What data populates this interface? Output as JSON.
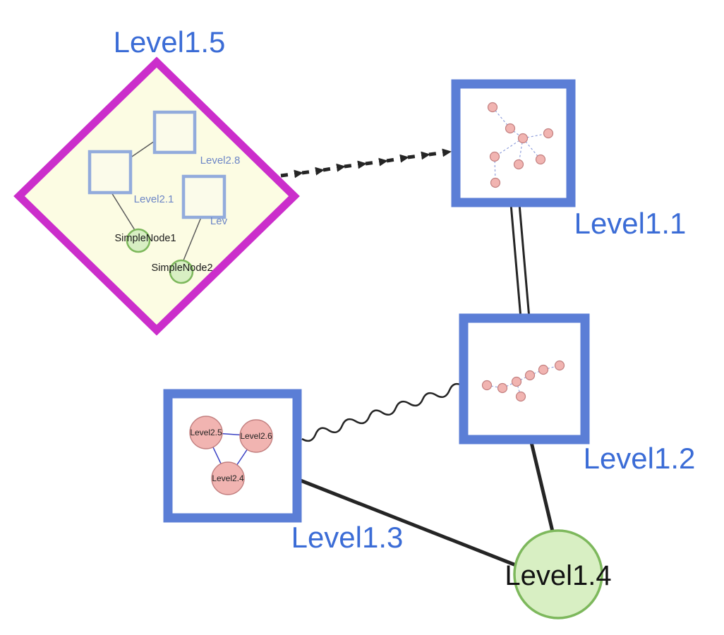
{
  "colors": {
    "diamond-border": "#cb2ecb",
    "diamond-fill": "#fcfce3",
    "group-border": "#5b7ed6",
    "group-fill": "#ffffff",
    "inner-square-border": "#92abdc",
    "inner-square-fill": "#fbfbea",
    "green-fill": "#d8efc3",
    "green-border": "#7db85c",
    "pink-fill": "#f1b4b1",
    "pink-border": "#c27f7f",
    "mini-edge": "#90a0dd",
    "triangle-edge": "#3b42c4",
    "label-blue": "#3b6cd6",
    "inner-label-blue": "#6d86c6",
    "edge-color": "#252525",
    "text-color": "#121212"
  },
  "nodes": {
    "level1_5": {
      "label": "Level1.5",
      "shape": "diamond-group",
      "children": {
        "level2_8": {
          "label": "Level2.8",
          "shape": "square"
        },
        "level2_1": {
          "label": "Level2.1",
          "shape": "square"
        },
        "level2_trunc": {
          "label": "Lev",
          "shape": "square"
        },
        "simple_node1": {
          "label": "SimpleNode1",
          "shape": "circle"
        },
        "simple_node2": {
          "label": "SimpleNode2",
          "shape": "circle"
        }
      }
    },
    "level1_1": {
      "label": "Level1.1",
      "shape": "square-group",
      "mini_node_count": 8
    },
    "level1_2": {
      "label": "Level1.2",
      "shape": "square-group",
      "mini_node_count": 7
    },
    "level1_3": {
      "label": "Level1.3",
      "shape": "square-group",
      "children": {
        "level2_5": {
          "label": "Level2.5",
          "shape": "circle"
        },
        "level2_6": {
          "label": "Level2.6",
          "shape": "circle"
        },
        "level2_4": {
          "label": "Level2.4",
          "shape": "circle"
        }
      }
    },
    "level1_4": {
      "label": "Level1.4",
      "shape": "circle"
    }
  },
  "edges": [
    {
      "from": "Level1.5",
      "to": "Level1.1",
      "style": "bold-dashed-arrows"
    },
    {
      "from": "Level1.1",
      "to": "Level1.2",
      "style": "double-parallel"
    },
    {
      "from": "Level1.3",
      "to": "Level1.2",
      "style": "wavy"
    },
    {
      "from": "Level1.3",
      "to": "Level1.4",
      "style": "solid-thick"
    },
    {
      "from": "Level1.2",
      "to": "Level1.4",
      "style": "solid-thick"
    },
    {
      "from": "Level2.8",
      "to": "Level2.1",
      "style": "thin"
    },
    {
      "from": "Level2.1",
      "to": "SimpleNode1",
      "style": "thin"
    },
    {
      "from": "Lev",
      "to": "SimpleNode2",
      "style": "thin"
    },
    {
      "from": "Level2.5",
      "to": "Level2.6",
      "style": "thin-blue"
    },
    {
      "from": "Level2.5",
      "to": "Level2.4",
      "style": "thin-blue"
    },
    {
      "from": "Level2.6",
      "to": "Level2.4",
      "style": "thin-blue"
    }
  ]
}
